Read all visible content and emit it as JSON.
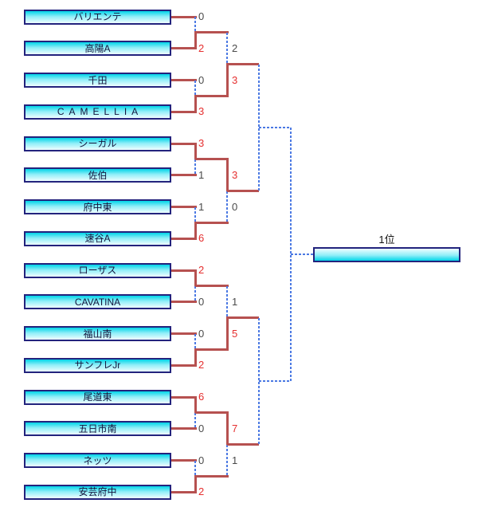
{
  "bracket": {
    "final_label": "1位",
    "final_slot_text": "",
    "colors": {
      "background": "#ffffff",
      "winner_line_red": "#b65150",
      "pending_line_blue": "#4b79e3",
      "box_border_navy": "#23237d",
      "box_fill_cyan": "#00d4e8",
      "score_win_red": "#e52f2f",
      "score_loss_gray": "#4a4a4a",
      "team_text": "#14143c",
      "label_text": "#111111"
    },
    "teams": [
      {
        "name": "バリエンテ",
        "r1_score": "0",
        "r1_result": "loss"
      },
      {
        "name": "高陽A",
        "r1_score": "2",
        "r1_result": "win"
      },
      {
        "name": "千田",
        "r1_score": "0",
        "r1_result": "loss"
      },
      {
        "name": "CAMELLIA",
        "r1_score": "3",
        "r1_result": "win",
        "wide": true
      },
      {
        "name": "シーガル",
        "r1_score": "3",
        "r1_result": "win"
      },
      {
        "name": "佐伯",
        "r1_score": "1",
        "r1_result": "loss"
      },
      {
        "name": "府中東",
        "r1_score": "1",
        "r1_result": "loss"
      },
      {
        "name": "速谷A",
        "r1_score": "6",
        "r1_result": "win"
      },
      {
        "name": "ローザス",
        "r1_score": "2",
        "r1_result": "win"
      },
      {
        "name": "CAVATINA",
        "r1_score": "0",
        "r1_result": "loss"
      },
      {
        "name": "福山南",
        "r1_score": "0",
        "r1_result": "loss"
      },
      {
        "name": "サンフレJr",
        "r1_score": "2",
        "r1_result": "win"
      },
      {
        "name": "尾道東",
        "r1_score": "6",
        "r1_result": "win"
      },
      {
        "name": "五日市南",
        "r1_score": "0",
        "r1_result": "loss"
      },
      {
        "name": "ネッツ",
        "r1_score": "0",
        "r1_result": "loss"
      },
      {
        "name": "安芸府中",
        "r1_score": "2",
        "r1_result": "win"
      }
    ],
    "round2": [
      {
        "top_team": "高陽A",
        "top_score": "2",
        "top_result": "loss",
        "bottom_team": "CAMELLIA",
        "bottom_score": "3",
        "bottom_result": "win"
      },
      {
        "top_team": "シーガル",
        "top_score": "3",
        "top_result": "win",
        "bottom_team": "速谷A",
        "bottom_score": "0",
        "bottom_result": "loss"
      },
      {
        "top_team": "ローザス",
        "top_score": "1",
        "top_result": "loss",
        "bottom_team": "サンフレJr",
        "bottom_score": "5",
        "bottom_result": "win"
      },
      {
        "top_team": "尾道東",
        "top_score": "7",
        "top_result": "win",
        "bottom_team": "安芸府中",
        "bottom_score": "1",
        "bottom_result": "loss"
      }
    ],
    "semifinals": [
      {
        "top_from": "CAMELLIA",
        "bottom_from": "シーガル",
        "status": "pending"
      },
      {
        "top_from": "サンフレJr",
        "bottom_from": "尾道東",
        "status": "pending"
      }
    ],
    "final": {
      "status": "pending"
    }
  }
}
